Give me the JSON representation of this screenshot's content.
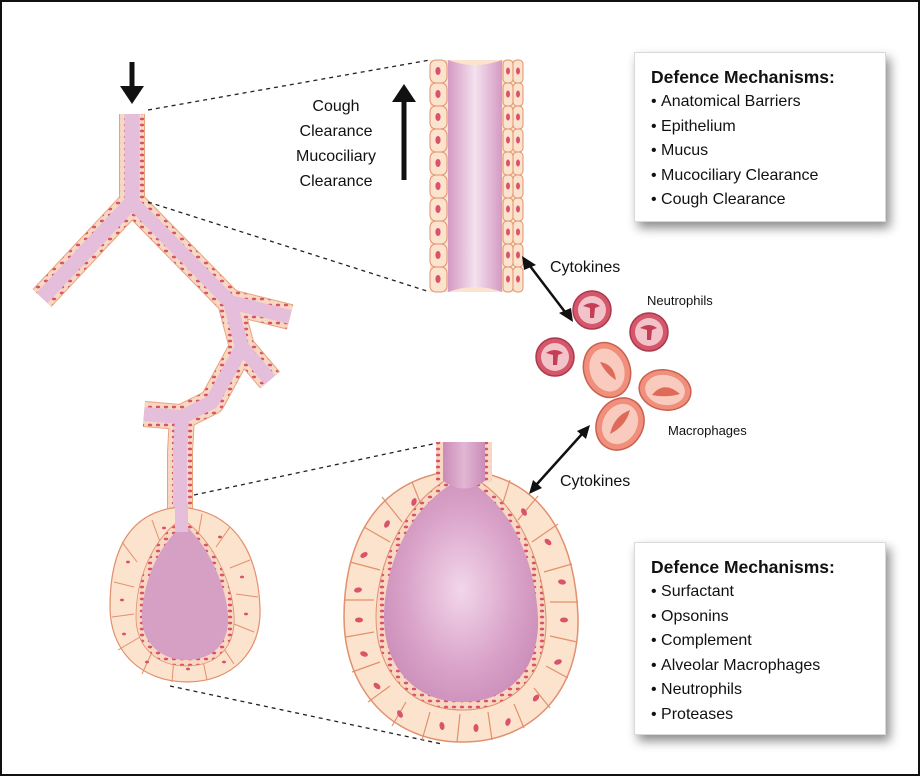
{
  "upper_airway": {
    "clearance_labels": [
      "Cough",
      "Clearance",
      "Mucociliary",
      "Clearance"
    ]
  },
  "labels": {
    "cytokines_upper": "Cytokines",
    "cytokines_lower": "Cytokines",
    "neutrophils": "Neutrophils",
    "macrophages": "Macrophages"
  },
  "upper_box": {
    "title": "Defence Mechanisms:",
    "items": [
      "Anatomical Barriers",
      "Epithelium",
      "Mucus",
      "Mucociliary Clearance",
      "Cough Clearance"
    ]
  },
  "lower_box": {
    "title": "Defence Mechanisms:",
    "items": [
      "Surfactant",
      "Opsonins",
      "Complement",
      "Alveolar Macrophages",
      "Neutrophils",
      "Proteases"
    ]
  },
  "colors": {
    "lumen": "#d7a0c6",
    "lumen_light": "#f3dcec",
    "cell_fill": "#fbe3cd",
    "cell_stroke": "#e2906d",
    "nucleus": "#d9546a",
    "neutrophil": "#d6566b",
    "macrophage": "#ef8f7c"
  }
}
